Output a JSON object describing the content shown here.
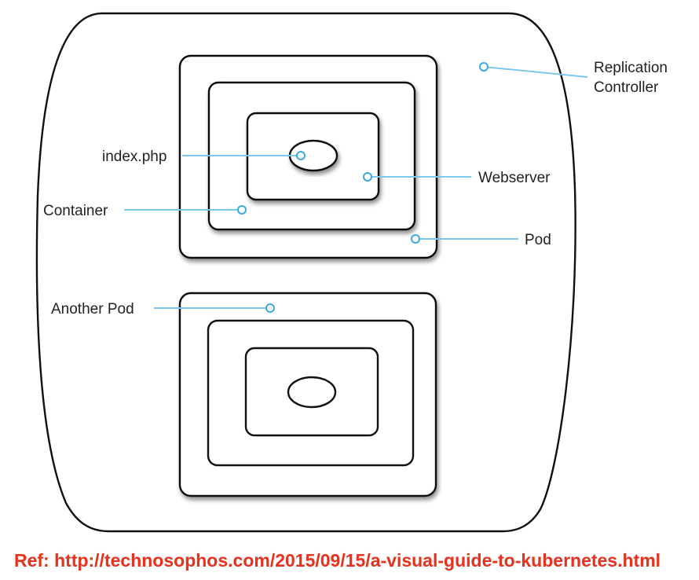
{
  "labels": {
    "replication_controller_line1": "Replication",
    "replication_controller_line2": "Controller",
    "index_php": "index.php",
    "webserver": "Webserver",
    "container": "Container",
    "pod": "Pod",
    "another_pod": "Another Pod"
  },
  "reference": "Ref: http://technosophos.com/2015/09/15/a-visual-guide-to-kubernetes.html",
  "colors": {
    "outline": "#111111",
    "leader_line": "#7cc8ef",
    "anchor_circle": "#3aa9e0",
    "reference_text": "#e8321e"
  }
}
